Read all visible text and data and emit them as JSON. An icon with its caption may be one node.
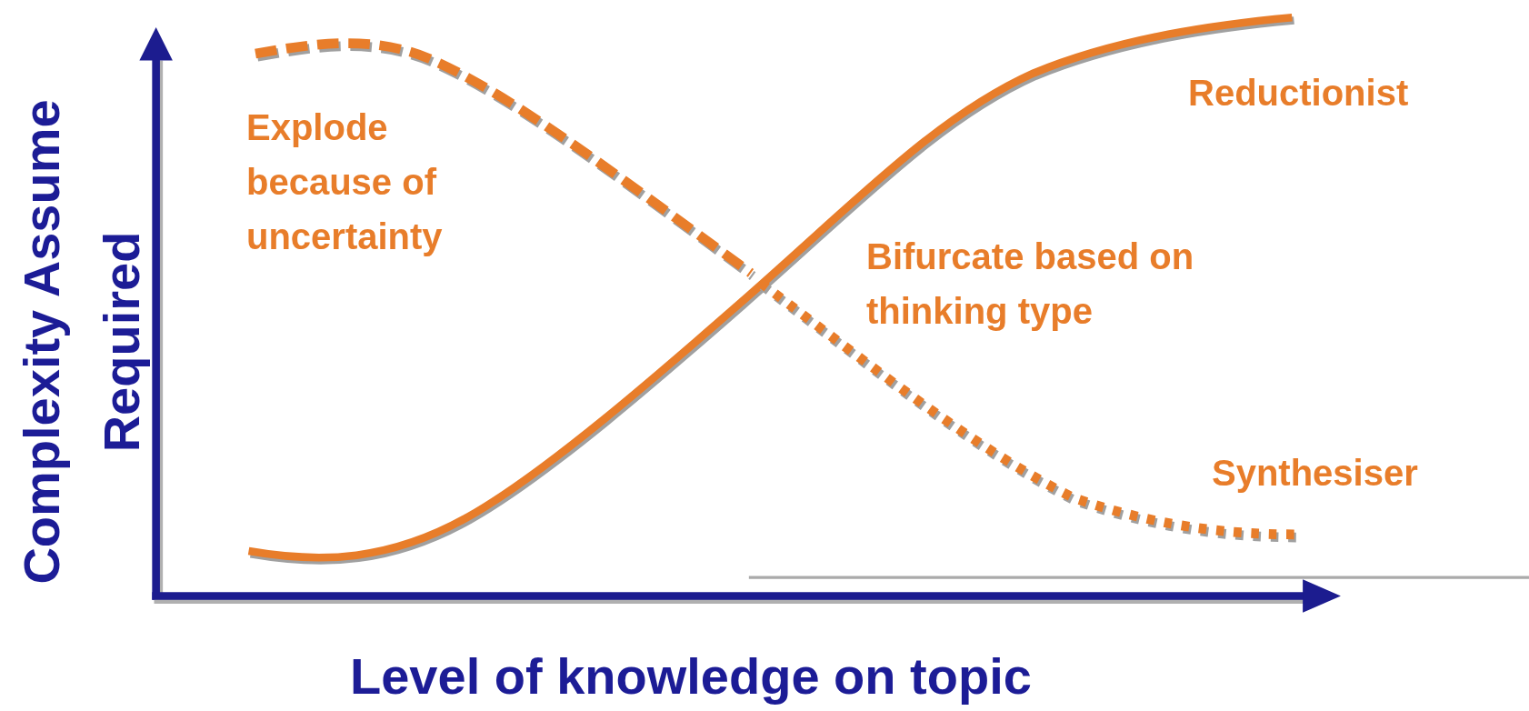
{
  "diagram": {
    "labels": [
      "Complexity Assume Required",
      "Explode because of uncertainty",
      "Reductionist",
      "Bifurcate based on thinking type",
      "Synthesiser",
      "Level of knowledge on topic"
    ]
  }
}
